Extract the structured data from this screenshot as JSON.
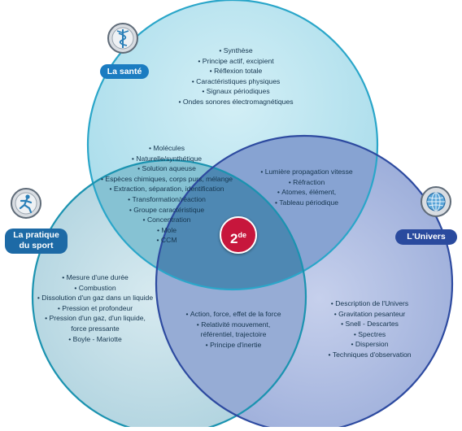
{
  "center_badge": {
    "main": "2",
    "sup": "de"
  },
  "labels": {
    "sante": "La santé",
    "sport_line1": "La pratique",
    "sport_line2": "du sport",
    "univers": "L'Univers"
  },
  "icons": [
    "caduceus-icon",
    "runner-icon",
    "globe-icon"
  ],
  "colors": {
    "sante_circle": "#bfe6f0",
    "sport_circle": "#c4dfe8",
    "univers_circle": "#a9b8dd",
    "label_blue": "#1d6fb1",
    "badge_red": "#c7163c"
  },
  "regions": {
    "sante_only": [
      "Synthèse",
      "Principe actif, excipient",
      "Réflexion totale",
      "Caractéristiques physiques",
      "Signaux périodiques",
      "Ondes sonores électromagnétiques"
    ],
    "sante_sport": [
      "Molécules",
      "Naturelle/synthétique",
      "Solution aqueuse",
      "Espèces chimiques, corps purs, mélange",
      "Extraction, séparation, identification",
      "Transformation/réaction",
      "Groupe caractéristique",
      "Concentration",
      "Mole",
      "CCM"
    ],
    "sante_univers": [
      "Lumière propagation vitesse",
      "Réfraction",
      "Atomes, élément,",
      "Tableau périodique"
    ],
    "sport_only": [
      "Mesure d'une durée",
      "Combustion",
      "Dissolution d'un gaz dans un liquide",
      "Pression et profondeur",
      "Pression d'un gaz, d'un liquide,",
      "force pressante",
      "Boyle - Mariotte"
    ],
    "sport_univers": [
      "Action, force, effet de la force",
      "Relativité mouvement,",
      "référentiel, trajectoire",
      "Principe d'inertie"
    ],
    "univers_only": [
      "Description de l'Univers",
      "Gravitation pesanteur",
      "Snell - Descartes",
      "Spectres",
      "Dispersion",
      "Techniques d'observation"
    ]
  }
}
